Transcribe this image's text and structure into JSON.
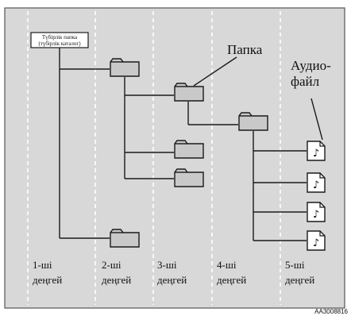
{
  "root_folder": {
    "line1": "Түбірлік папка",
    "line2": "(түбірлік каталог)"
  },
  "callouts": {
    "folder": "Папка",
    "audio_line1": "Аудио-",
    "audio_line2": "файл"
  },
  "levels": [
    {
      "line1": "1-ші",
      "line2": "деңгей"
    },
    {
      "line1": "2-ші",
      "line2": "деңгей"
    },
    {
      "line1": "3-ші",
      "line2": "деңгей"
    },
    {
      "line1": "4-ші",
      "line2": "деңгей"
    },
    {
      "line1": "5-ші",
      "line2": "деңгей"
    }
  ],
  "figure_code": "AA3008816",
  "icons": {
    "folder": "folder-icon",
    "audio_file": "music-note-file-icon"
  },
  "colors": {
    "panel_bg": "#d8d8d8",
    "folder_fill": "#c9c9c9",
    "line": "#1a1a1a",
    "separator": "#ffffff"
  }
}
